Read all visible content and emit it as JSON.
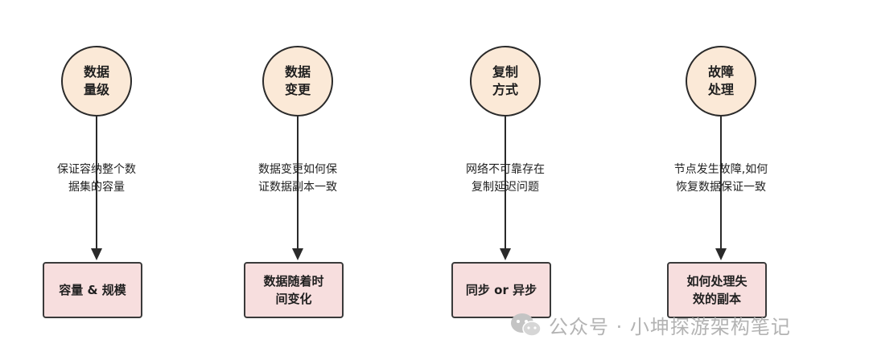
{
  "columns": [
    {
      "circle_label": "数据\n量级",
      "edge_label": "保证容纳整个数\n据集的容量",
      "box_label": "容量 & 规模"
    },
    {
      "circle_label": "数据\n变更",
      "edge_label": "数据变更如何保\n证数据副本一致",
      "box_label": "数据随着时\n间变化"
    },
    {
      "circle_label": "复制\n方式",
      "edge_label": "网络不可靠存在\n复制延迟问题",
      "box_label": "同步 or 异步"
    },
    {
      "circle_label": "故障\n处理",
      "edge_label": "节点发生故障,如何\n恢复数据保证一致",
      "box_label": "如何处理失\n效的副本"
    }
  ],
  "watermark": {
    "text": "公众号 · 小坤探游架构笔记",
    "icon": "wechat-icon"
  },
  "colors": {
    "circle_fill": "#fbe9d7",
    "box_fill": "#f7dede",
    "stroke": "#2a2a2a",
    "watermark": "#b3b3b3"
  }
}
